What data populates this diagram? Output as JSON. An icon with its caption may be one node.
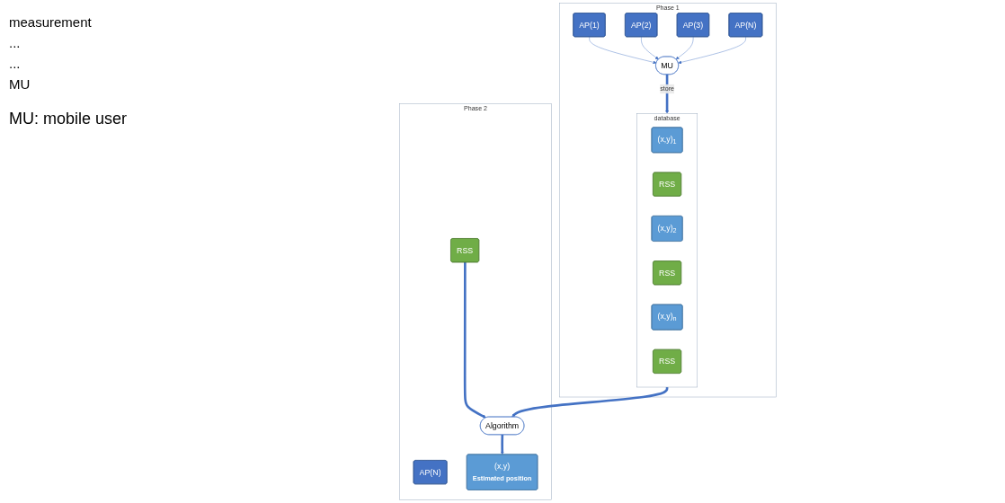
{
  "diagram": {
    "caption": "MU: mobile user",
    "nodes": [
      {
        "text": [
          "Phase 1"
        ]
      },
      {
        "text": [
          "AP(1)"
        ],
        "in": 0
      },
      {
        "text": [
          "AP(2)"
        ],
        "in": 0
      },
      {
        "text": [
          "AP(3)"
        ],
        "in": 0
      },
      {
        "text": [
          "AP(N)"
        ],
        "in": 0
      },
      {
        "text": [
          "MU"
        ],
        "in": 0
      },
      {
        "text": [
          "database"
        ],
        "in": 0
      },
      {
        "text": [
          "(x,y)$_{1}$"
        ],
        "in": 6
      },
      {
        "text": [
          "RSS"
        ],
        "in": 6
      },
      {
        "text": [
          "(x,y)$_{2}$"
        ],
        "in": 6
      },
      {
        "text": [
          "RSS"
        ],
        "in": 6
      },
      {
        "text": [
          "(x,y)$_{n}$"
        ],
        "in": 6
      },
      {
        "text": [
          "RSS"
        ],
        "in": 6
      },
      {
        "text": [
          "Phase 2"
        ]
      },
      {
        "text": [
          "AP(N)"
        ],
        "in": 13
      },
      {
        "text": [
          "RSS"
        ],
        "in": 13
      },
      {
        "text": [
          "Algorithm"
        ],
        "in": 13
      },
      {
        "text": [
          "(x,y)",
          "Estimated position"
        ],
        "in": 13
      }
    ],
    "edges": [
      {
        "from": 1,
        "to": 5,
        "arrow": "to"
      },
      {
        "from": 2,
        "to": 5,
        "arrow": "to"
      },
      {
        "from": 3,
        "to": 5,
        "arrow": "to"
      },
      {
        "from": 4,
        "to": 5,
        "arrow": "to"
      },
      {
        "from": 5,
        "to": 6,
        "arrow": "to",
        "label": "store",
        "style": "thick"
      },
      {
        "from": 6,
        "to": 16,
        "arrow": "to",
        "style": "thick"
      },
      {
        "from": 15,
        "to": 16,
        "arrow": "to",
        "style": "thick"
      },
      {
        "from": 16,
        "to": 17,
        "arrow": "to",
        "style": "thick"
      }
    ],
    "labels": [
      "measurement",
      "...",
      "...",
      "MU"
    ]
  }
}
